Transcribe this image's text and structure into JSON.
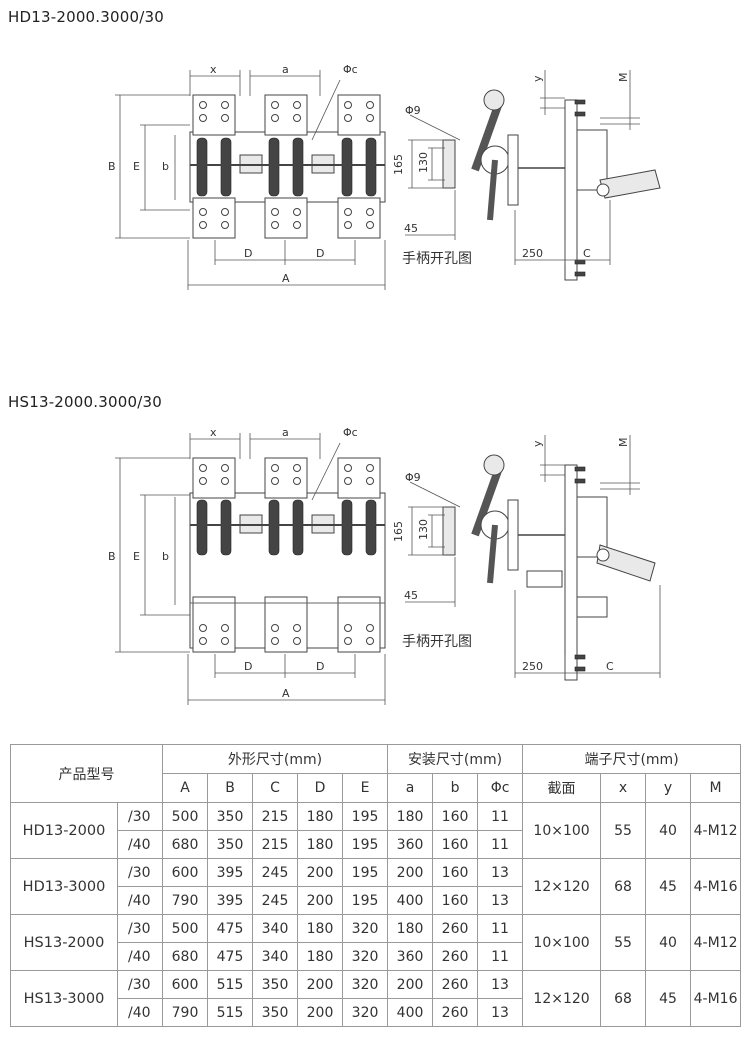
{
  "sections": [
    {
      "title": "HD13-2000.3000/30",
      "handle_label": "手柄开孔图"
    },
    {
      "title": "HS13-2000.3000/30",
      "handle_label": "手柄开孔图"
    }
  ],
  "dims": {
    "x": "x",
    "a": "a",
    "phic": "Φc",
    "B": "B",
    "E": "E",
    "b": "b",
    "D": "D",
    "A": "A",
    "phi9": "Φ9",
    "d165": "165",
    "d130": "130",
    "d45": "45",
    "y": "y",
    "M": "M",
    "d250": "250",
    "C": "C"
  },
  "table": {
    "h_model": "产品型号",
    "h_outer": "外形尺寸(mm)",
    "h_mount": "安装尺寸(mm)",
    "h_term": "端子尺寸(mm)",
    "cols": [
      "A",
      "B",
      "C",
      "D",
      "E",
      "a",
      "b",
      "Φc",
      "截面",
      "x",
      "y",
      "M"
    ],
    "groups": [
      {
        "model": "HD13-2000",
        "rows": [
          {
            "v": "/30",
            "vals": [
              "500",
              "350",
              "215",
              "180",
              "195",
              "180",
              "160",
              "11"
            ]
          },
          {
            "v": "/40",
            "vals": [
              "680",
              "350",
              "215",
              "180",
              "195",
              "360",
              "160",
              "11"
            ]
          }
        ],
        "term": [
          "10×100",
          "55",
          "40",
          "4-M12"
        ]
      },
      {
        "model": "HD13-3000",
        "rows": [
          {
            "v": "/30",
            "vals": [
              "600",
              "395",
              "245",
              "200",
              "195",
              "200",
              "160",
              "13"
            ]
          },
          {
            "v": "/40",
            "vals": [
              "790",
              "395",
              "245",
              "200",
              "195",
              "400",
              "160",
              "13"
            ]
          }
        ],
        "term": [
          "12×120",
          "68",
          "45",
          "4-M16"
        ]
      },
      {
        "model": "HS13-2000",
        "rows": [
          {
            "v": "/30",
            "vals": [
              "500",
              "475",
              "340",
              "180",
              "320",
              "180",
              "260",
              "11"
            ]
          },
          {
            "v": "/40",
            "vals": [
              "680",
              "475",
              "340",
              "180",
              "320",
              "360",
              "260",
              "11"
            ]
          }
        ],
        "term": [
          "10×100",
          "55",
          "40",
          "4-M12"
        ]
      },
      {
        "model": "HS13-3000",
        "rows": [
          {
            "v": "/30",
            "vals": [
              "600",
              "515",
              "350",
              "200",
              "320",
              "200",
              "260",
              "13"
            ]
          },
          {
            "v": "/40",
            "vals": [
              "790",
              "515",
              "350",
              "200",
              "320",
              "400",
              "260",
              "13"
            ]
          }
        ],
        "term": [
          "12×120",
          "68",
          "45",
          "4-M16"
        ]
      }
    ]
  }
}
